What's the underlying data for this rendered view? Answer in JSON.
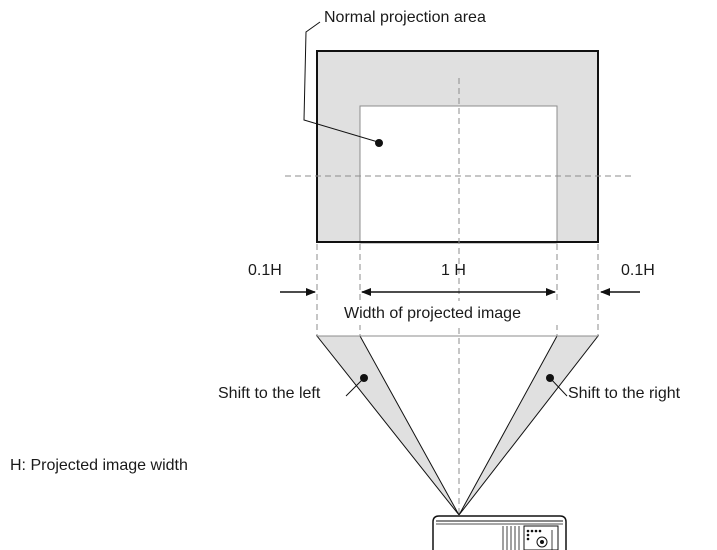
{
  "labels": {
    "normal_projection_area": "Normal projection area",
    "left_offset": "0.1H",
    "center_width": "1 H",
    "right_offset": "0.1H",
    "width_caption": "Width of projected image",
    "shift_left": "Shift to the left",
    "shift_right": "Shift to the right",
    "legend": "H: Projected image width"
  },
  "colors": {
    "shaded_area": "#e0e0e0",
    "frame_stroke": "#111111",
    "inner_stroke": "#8c8c8c",
    "guide_dash": "#8c8c8c"
  },
  "icons": {
    "projector": "projector-icon"
  }
}
